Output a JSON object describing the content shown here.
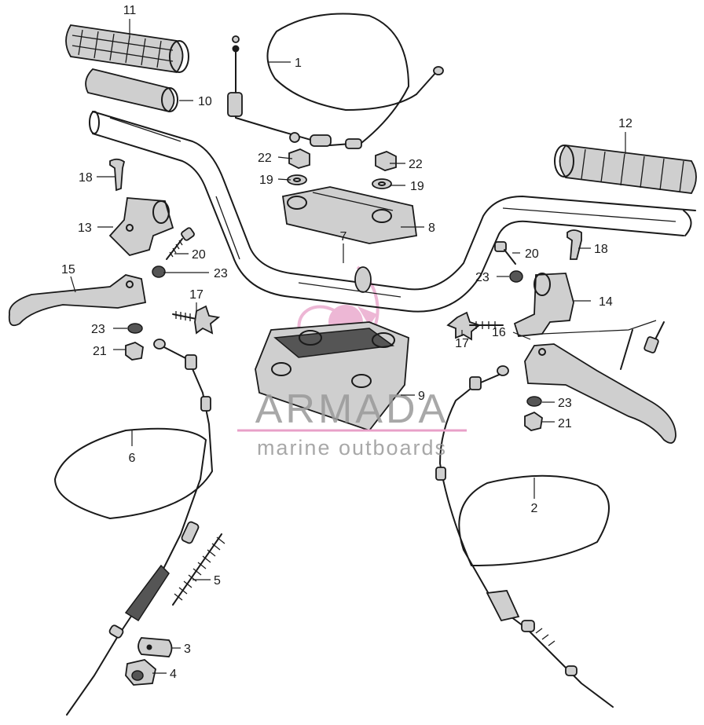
{
  "callouts": {
    "p1": "1",
    "p2": "2",
    "p3": "3",
    "p4": "4",
    "p5": "5",
    "p6": "6",
    "p7": "7",
    "p8": "8",
    "p9": "9",
    "p10": "10",
    "p11": "11",
    "p12": "12",
    "p13": "13",
    "p14": "14",
    "p15": "15",
    "p16": "16",
    "p17a": "17",
    "p17b": "17",
    "p18a": "18",
    "p18b": "18",
    "p19a": "19",
    "p19b": "19",
    "p20a": "20",
    "p20b": "20",
    "p21a": "21",
    "p21b": "21",
    "p22a": "22",
    "p22b": "22",
    "p23a": "23",
    "p23b": "23",
    "p23c": "23",
    "p23d": "23"
  },
  "watermark": {
    "brand": "ARMADA",
    "tagline": "marine outboards",
    "accent_color": "#e8a0c8"
  }
}
